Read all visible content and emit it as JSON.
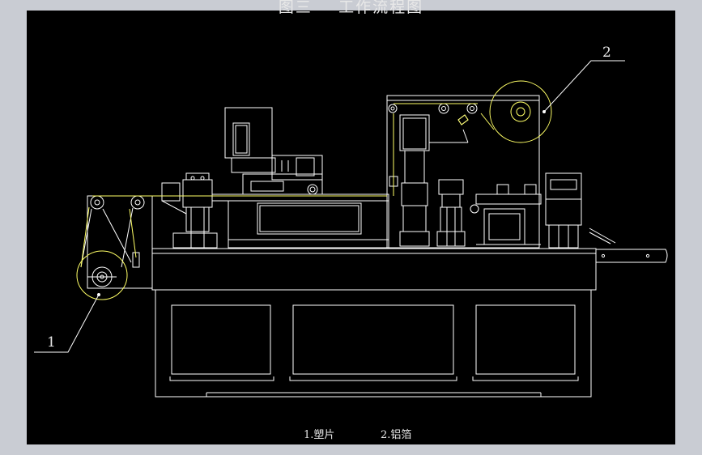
{
  "title": "图三    工作流程图",
  "callouts": [
    {
      "id": "1",
      "text": "1"
    },
    {
      "id": "2",
      "text": "2"
    }
  ],
  "legend": [
    {
      "text": "1.塑片"
    },
    {
      "text": "2.铝箔"
    }
  ],
  "colors": {
    "background": "#000000",
    "frame": "#c9ccd3",
    "line": "#ffffff",
    "highlight": "#ffff66"
  }
}
